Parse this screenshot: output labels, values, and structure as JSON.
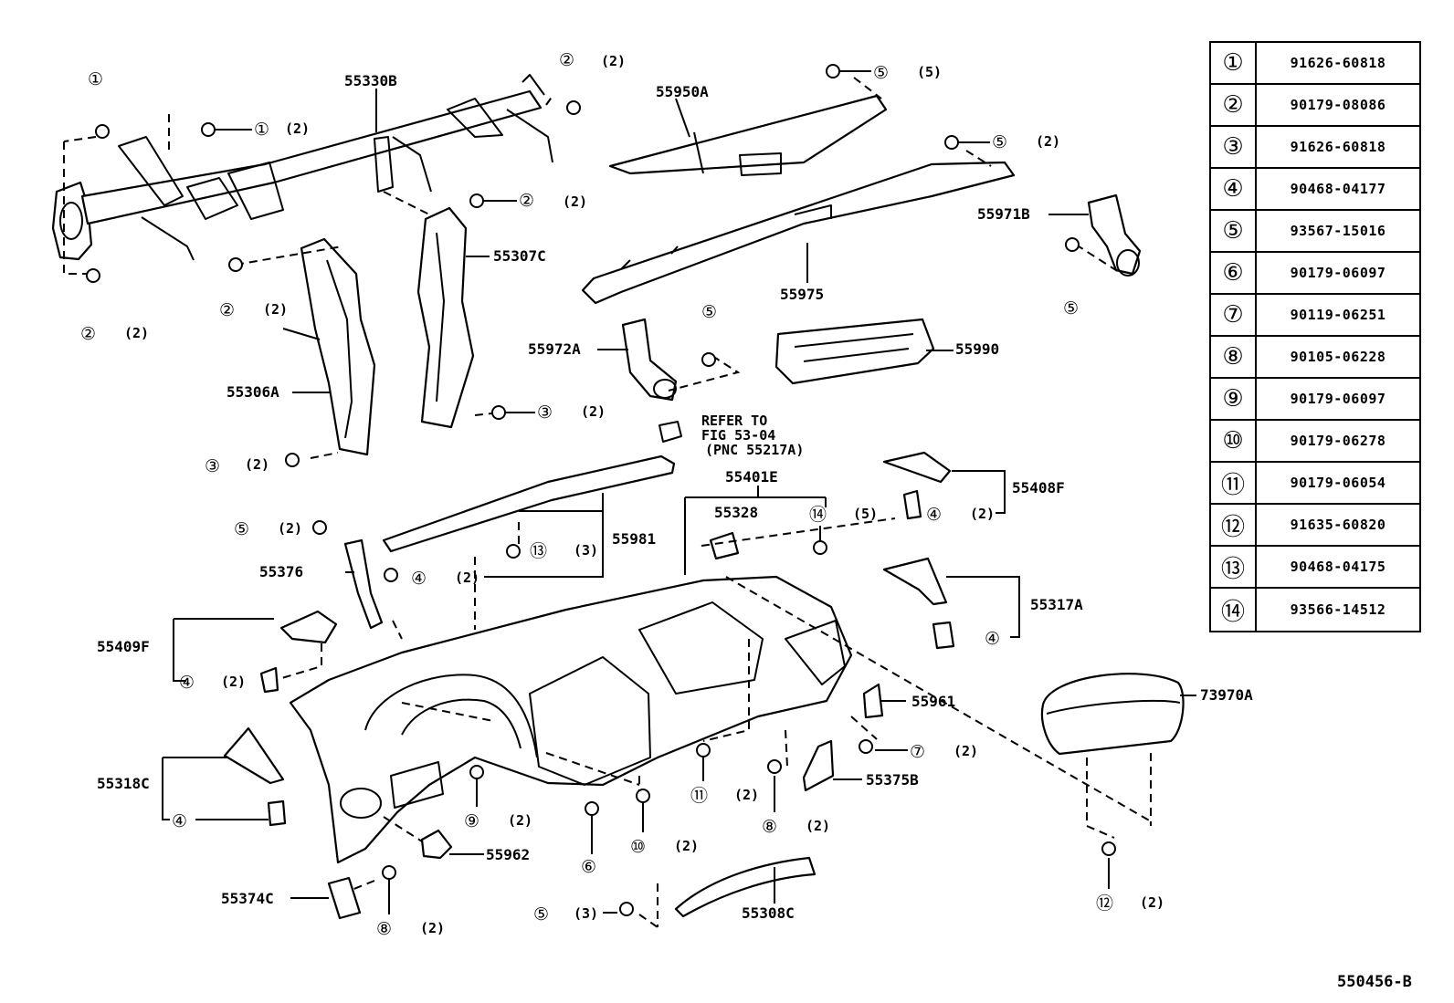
{
  "diagram": {
    "part_labels": {
      "p55330B": "55330B",
      "p55950A": "55950A",
      "p55307C": "55307C",
      "p55971B": "55971B",
      "p55975": "55975",
      "p55306A": "55306A",
      "p55972A": "55972A",
      "p55990": "55990",
      "p55401E": "55401E",
      "p55328": "55328",
      "p55408F": "55408F",
      "p55981": "55981",
      "p55376": "55376",
      "p55409F": "55409F",
      "p55317A": "55317A",
      "p55961": "55961",
      "p73970A": "73970A",
      "p55318C": "55318C",
      "p55375B": "55375B",
      "p55962": "55962",
      "p55374C": "55374C",
      "p55308C": "55308C"
    },
    "refer_note": [
      "REFER TO",
      "FIG 53-04",
      "(PNC 55217A)"
    ],
    "symbols": {
      "s1": "①",
      "s2": "②",
      "s3": "③",
      "s4": "④",
      "s5": "⑤",
      "s6": "⑥",
      "s7": "⑦",
      "s8": "⑧",
      "s9": "⑨",
      "s10": "⑩",
      "s11": "⑪",
      "s12": "⑫",
      "s13": "⑬",
      "s14": "⑭"
    },
    "quantities": {
      "q2": "(2)",
      "q3": "(3)",
      "q5": "(5)"
    }
  },
  "legend": [
    {
      "symbol": "①",
      "part_number": "91626-60818"
    },
    {
      "symbol": "②",
      "part_number": "90179-08086"
    },
    {
      "symbol": "③",
      "part_number": "91626-60818"
    },
    {
      "symbol": "④",
      "part_number": "90468-04177"
    },
    {
      "symbol": "⑤",
      "part_number": "93567-15016"
    },
    {
      "symbol": "⑥",
      "part_number": "90179-06097"
    },
    {
      "symbol": "⑦",
      "part_number": "90119-06251"
    },
    {
      "symbol": "⑧",
      "part_number": "90105-06228"
    },
    {
      "symbol": "⑨",
      "part_number": "90179-06097"
    },
    {
      "symbol": "⑩",
      "part_number": "90179-06278"
    },
    {
      "symbol": "⑪",
      "part_number": "90179-06054"
    },
    {
      "symbol": "⑫",
      "part_number": "91635-60820"
    },
    {
      "symbol": "⑬",
      "part_number": "90468-04175"
    },
    {
      "symbol": "⑭",
      "part_number": "93566-14512"
    }
  ],
  "figure_code": "550456-B"
}
